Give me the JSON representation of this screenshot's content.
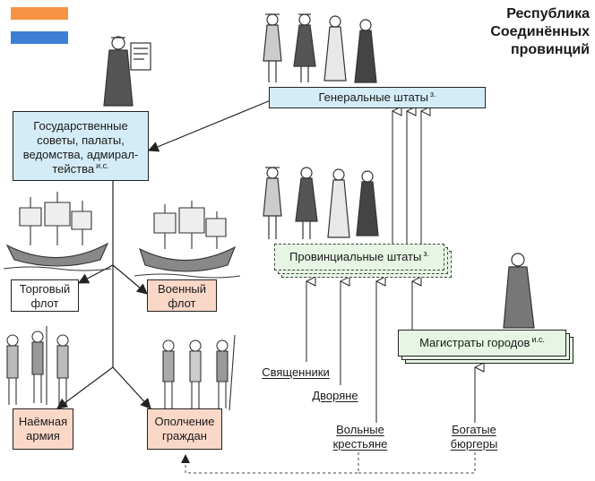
{
  "title": {
    "line1": "Республика",
    "line2": "Соединённых",
    "line3": "провинций"
  },
  "flag": {
    "colors": [
      "#f79443",
      "#ffffff",
      "#3d7fd6"
    ]
  },
  "boxes": {
    "general_states": {
      "text": "Генеральные штаты",
      "sup": "з."
    },
    "state_councils": {
      "text": "Государственные советы, палаты, ведомства, адмирал-тейства",
      "sup": "и.с."
    },
    "provincial_states": {
      "text": "Провинциальные штаты",
      "sup": "з."
    },
    "city_magistrates": {
      "text": "Магистраты городов",
      "sup": "и.с."
    },
    "merchant_fleet": {
      "text": "Торговый флот"
    },
    "navy": {
      "text": "Военный флот"
    },
    "mercenary_army": {
      "text": "Наёмная армия"
    },
    "militia": {
      "text": "Ополчение граждан"
    }
  },
  "groups": {
    "clergy": "Священники",
    "nobles": "Дворяне",
    "free_peasants": "Вольные крестьяне",
    "rich_burghers": "Богатые бюргеры"
  },
  "colors": {
    "blue_box": "#d4ecf7",
    "green_box": "#e6f5e4",
    "pink_box": "#fad8c8"
  }
}
